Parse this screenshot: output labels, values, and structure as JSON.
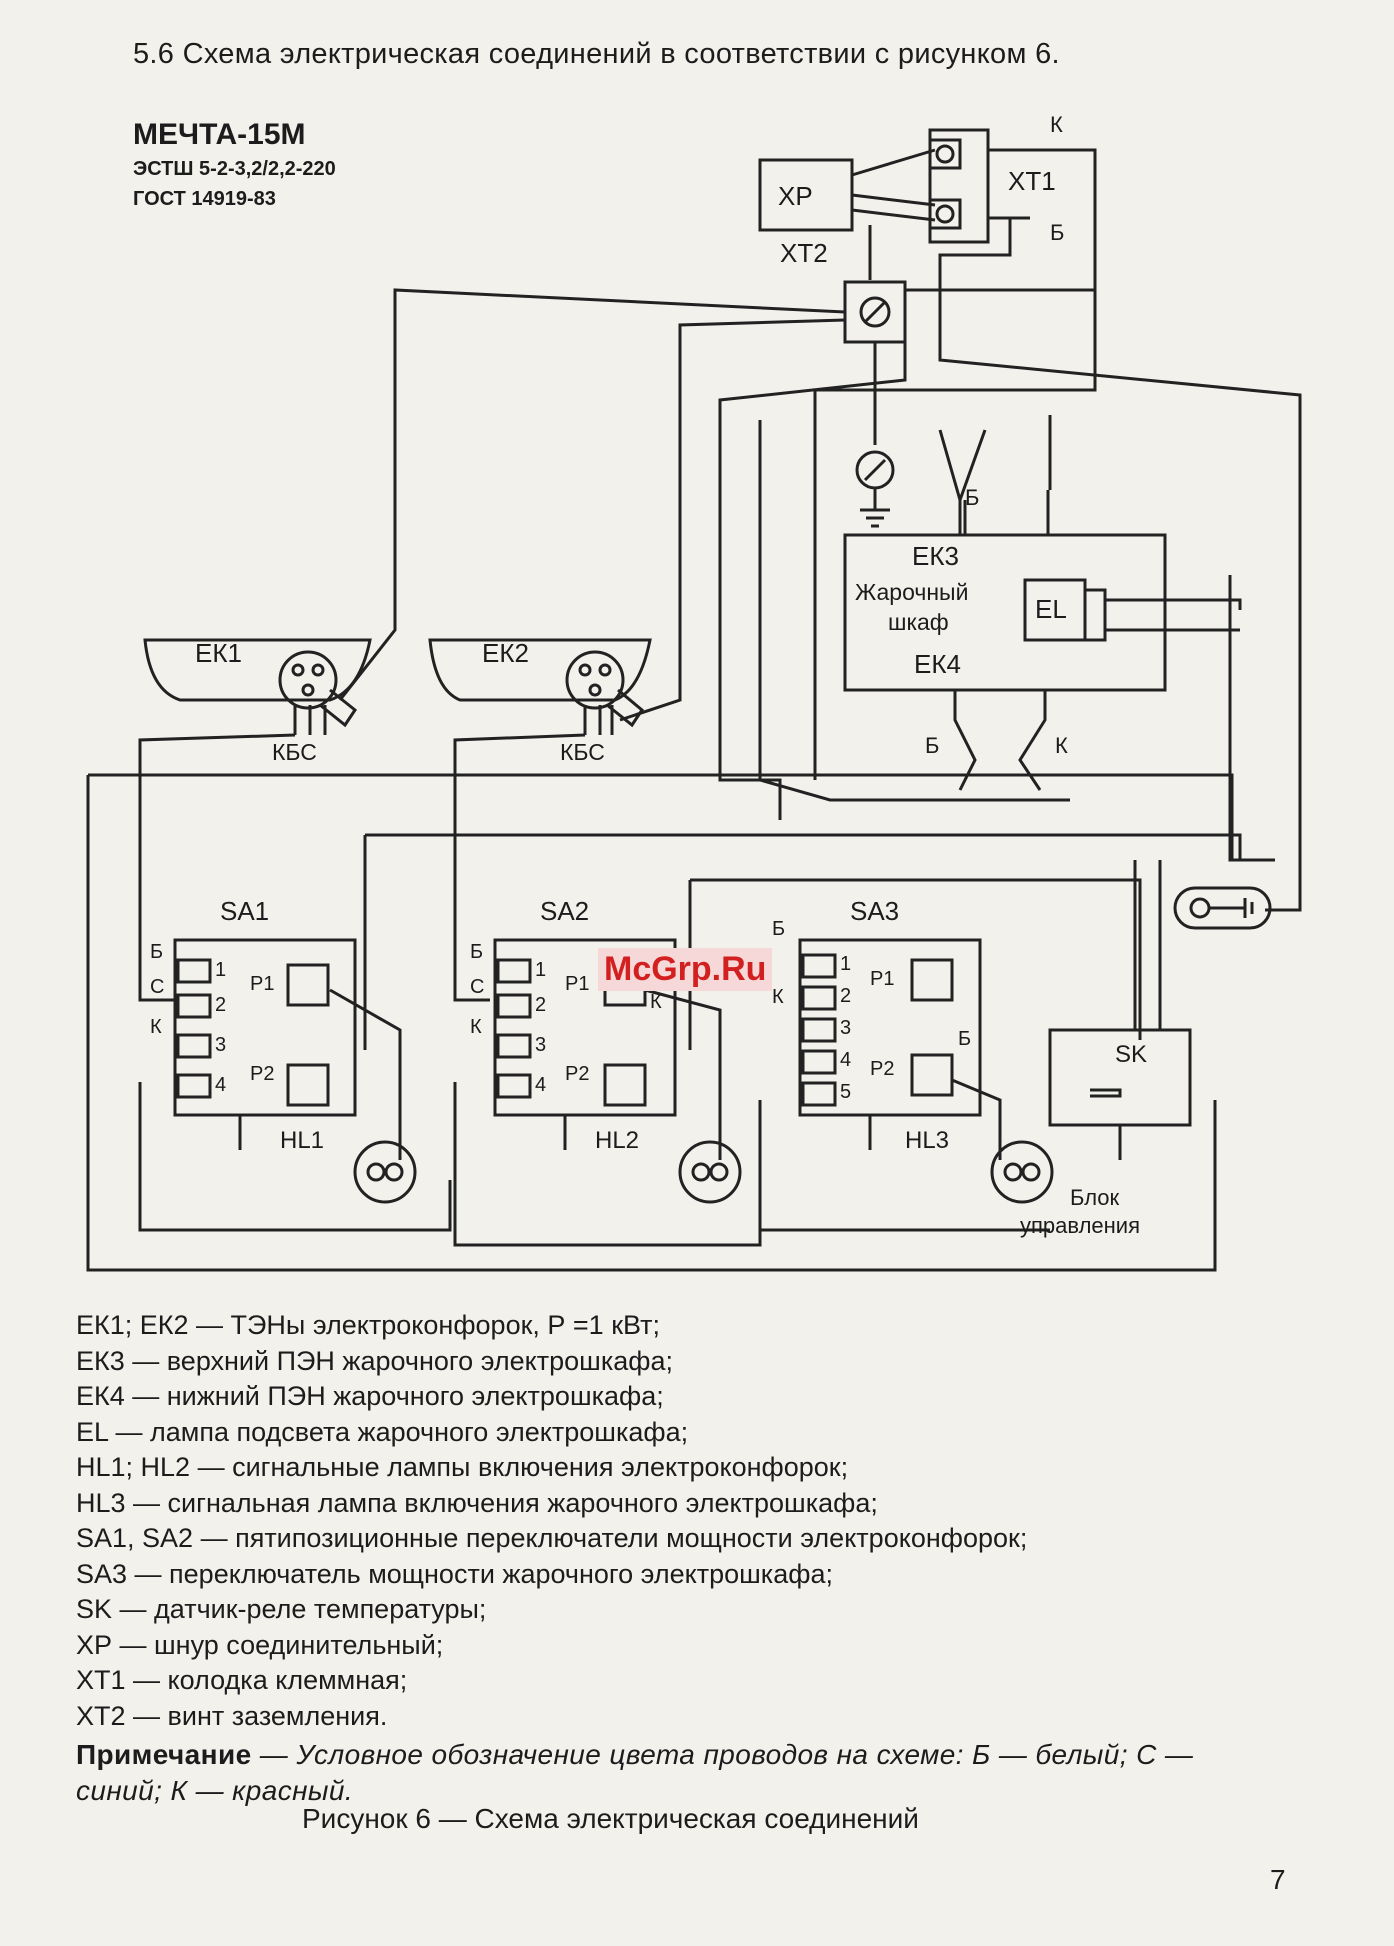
{
  "heading": "5.6 Схема электрическая соединений в соответствии с рисунком 6.",
  "model": "МЕЧТА-15М",
  "spec1": "ЭСТШ 5-2-3,2/2,2-220",
  "spec2": "ГОСТ 14919-83",
  "watermark": "McGrp.Ru",
  "diagram_labels": {
    "xp": "ХР",
    "xt1": "ХТ1",
    "xt2": "ХТ2",
    "k": "К",
    "b": "Б",
    "s": "С",
    "ek1": "ЕК1",
    "ek2": "ЕК2",
    "ek3": "ЕК3",
    "ek4": "ЕК4",
    "el": "EL",
    "oven_line1": "Жарочный",
    "oven_line2": "шкаф",
    "kbs": "КБС",
    "sa1": "SA1",
    "sa2": "SA2",
    "sa3": "SA3",
    "p1": "Р1",
    "p2": "Р2",
    "n1": "1",
    "n2": "2",
    "n3": "3",
    "n4": "4",
    "n5": "5",
    "hl1": "HL1",
    "hl2": "HL2",
    "hl3": "HL3",
    "sk": "SK",
    "block_line1": "Блок",
    "block_line2": "управления"
  },
  "legend": [
    "ЕК1; ЕК2 — ТЭНы электроконфорок, Р =1 кВт;",
    "ЕК3 — верхний ПЭН жарочного электрошкафа;",
    "ЕК4 — нижний ПЭН жарочного электрошкафа;",
    "EL — лампа подсвета жарочного электрошкафа;",
    "HL1; HL2 — сигнальные лампы включения электроконфорок;",
    "HL3 — сигнальная лампа включения жарочного электрошкафа;",
    "SA1, SA2 — пятипозиционные переключатели мощности электроконфорок;",
    "SA3 — переключатель мощности жарочного электрошкафа;",
    "SK — датчик-реле температуры;",
    "ХР — шнур соединительный;",
    "ХТ1 — колодка клеммная;",
    "ХТ2 — винт заземления."
  ],
  "note": {
    "label": "Примечание",
    "text": " — Условное обозначение цвета проводов на схеме: Б — белый; С — синий; К — красный."
  },
  "caption": "Рисунок 6 — Схема электрическая соединений",
  "page_number": "7"
}
